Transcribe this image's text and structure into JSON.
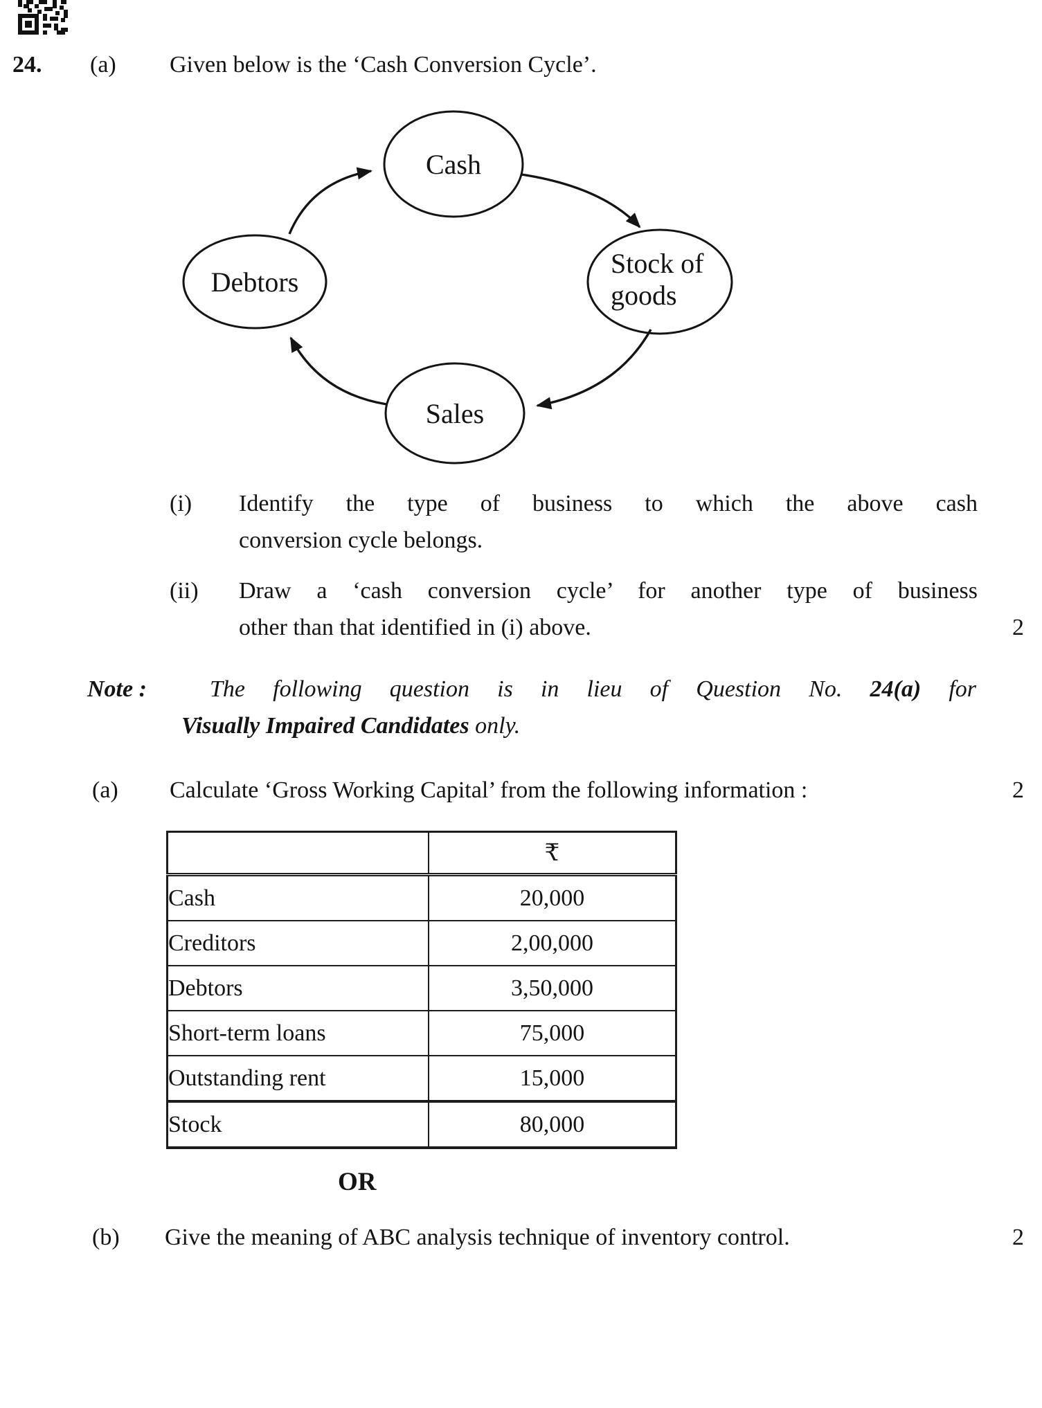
{
  "document": {
    "q_number": "24.",
    "part_a": {
      "label": "(a)",
      "intro": "Given below is the ‘Cash Conversion Cycle’."
    },
    "diagram": {
      "nodes": {
        "cash": "Cash",
        "stock_line1": "Stock of",
        "stock_line2": "goods",
        "sales": "Sales",
        "debtors": "Debtors"
      }
    },
    "sub_i": {
      "label": "(i)",
      "line1": "Identify the type of business to which the above cash",
      "line2": "conversion cycle belongs."
    },
    "sub_ii": {
      "label": "(ii)",
      "line1": "Draw a ‘cash conversion cycle’ for another type of business",
      "line2": "other than that identified in (i) above.",
      "marks": "2"
    },
    "note": {
      "label": "Note :",
      "line1_a": "The following question is in lieu of Question No.",
      "line1_b": "24(a)",
      "line1_c": "for",
      "line2_a": "Visually Impaired Candidates",
      "line2_b": "only."
    },
    "alt_a": {
      "label": "(a)",
      "text": "Calculate ‘Gross Working Capital’ from the following information :",
      "marks": "2"
    },
    "table": {
      "col2_header": "₹",
      "rows": [
        {
          "item": "Cash",
          "amount": "20,000"
        },
        {
          "item": "Creditors",
          "amount": "2,00,000"
        },
        {
          "item": "Debtors",
          "amount": "3,50,000"
        },
        {
          "item": "Short-term loans",
          "amount": "75,000"
        },
        {
          "item": "Outstanding rent",
          "amount": "15,000"
        },
        {
          "item": "Stock",
          "amount": "80,000"
        }
      ]
    },
    "or_label": "OR",
    "part_b": {
      "label": "(b)",
      "text": "Give the meaning of ABC analysis technique of inventory control.",
      "marks": "2"
    }
  }
}
